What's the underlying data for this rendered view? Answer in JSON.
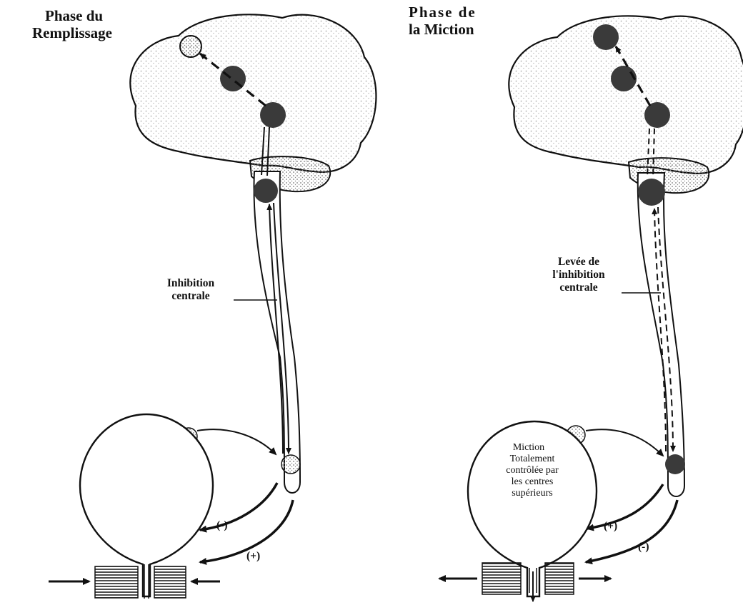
{
  "left_panel": {
    "title_line1": "Phase du",
    "title_line2": "Remplissage",
    "label_line1": "Inhibition",
    "label_line2": "centrale",
    "sign_bladder": "(-)",
    "sign_sphincter": "(+)"
  },
  "right_panel": {
    "title_line1": "Phase de",
    "title_line2": "la Miction",
    "label_line1": "Levée de",
    "label_line2": "l'inhibition",
    "label_line3": "centrale",
    "bladder_line1": "Miction",
    "bladder_line2": "Totalement",
    "bladder_line3": "contrôlée par",
    "bladder_line4": "les centres",
    "bladder_line5": "supérieurs",
    "sign_bladder": "(+)",
    "sign_sphincter": "(-)"
  },
  "colors": {
    "ink": "#111111",
    "stipple": "#8a8a8a",
    "nucleus": "#3a3a3a"
  }
}
